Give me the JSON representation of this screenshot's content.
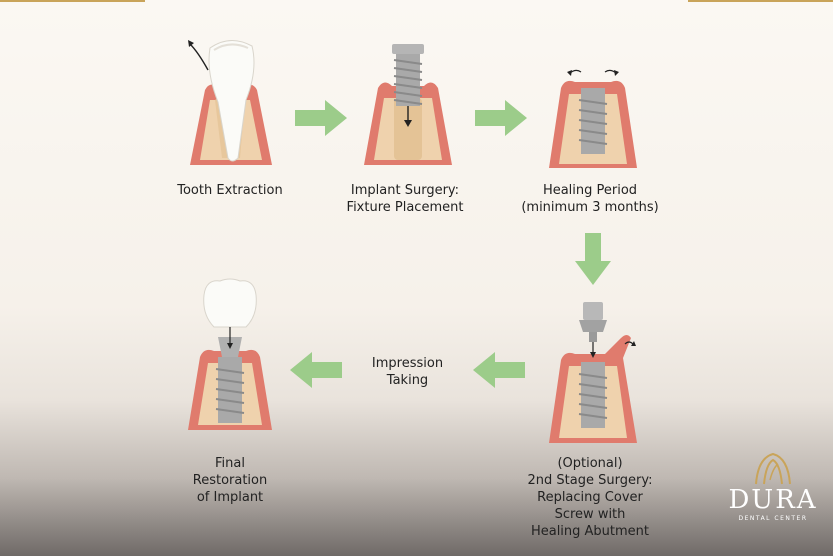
{
  "steps": [
    {
      "id": "tooth-extraction",
      "lines": [
        "Tooth Extraction"
      ]
    },
    {
      "id": "implant-surgery",
      "lines": [
        "Implant Surgery:",
        "Fixture Placement"
      ]
    },
    {
      "id": "healing-period",
      "lines": [
        "Healing Period",
        "(minimum 3 months)"
      ]
    },
    {
      "id": "second-stage",
      "lines": [
        "(Optional)",
        "2nd Stage Surgery:",
        "Replacing Cover",
        "Screw with",
        "Healing Abutment"
      ]
    },
    {
      "id": "impression",
      "lines": [
        "Impression",
        "Taking"
      ]
    },
    {
      "id": "final-restoration",
      "lines": [
        "Final",
        "Restoration",
        "of Implant"
      ]
    }
  ],
  "logo": {
    "name": "DURA",
    "subtitle": "DENTAL CENTER"
  },
  "colors": {
    "arrow": "#9ccc8a",
    "gum": "#e07b6d",
    "bone": "#efd2ad",
    "metal": "#a9a9a9",
    "accent_gold": "#c9a45a"
  },
  "icons": [
    "right-arrow-icon",
    "down-arrow-icon",
    "left-arrow-icon",
    "tooth-icon",
    "implant-icon",
    "crown-icon"
  ]
}
